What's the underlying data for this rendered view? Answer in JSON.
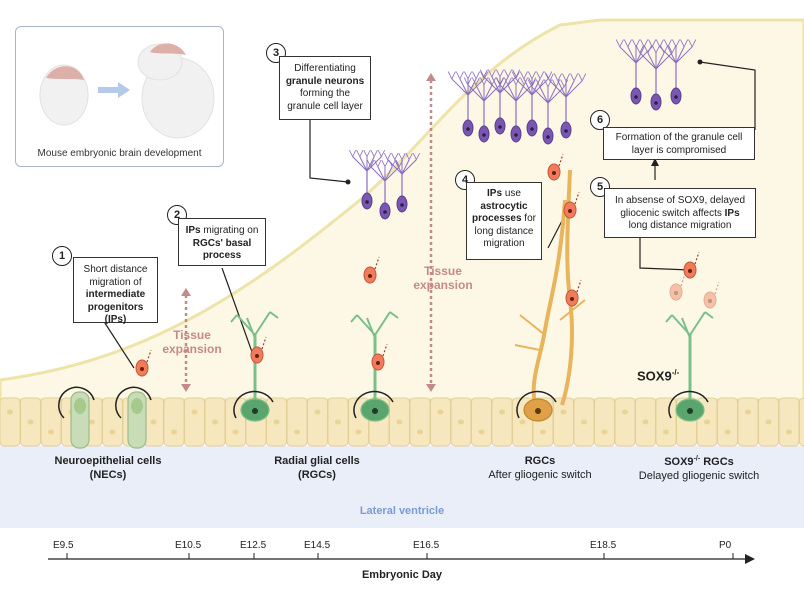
{
  "inset": {
    "caption": "Mouse embryonic brain development"
  },
  "steps": [
    {
      "num": "1",
      "pre": "Short distance migration of ",
      "bold": "intermediate progenitors (IPs)",
      "post": ""
    },
    {
      "num": "2",
      "bold": "IPs",
      "pre": " migrating on ",
      "bold2": "RGCs' basal process"
    },
    {
      "num": "3",
      "pre": "Differentiating ",
      "bold": "granule neurons",
      "post": " forming the granule cell layer"
    },
    {
      "num": "4",
      "bold": "IPs",
      "pre": " use ",
      "bold2": "astrocytic processes",
      "post": " for long distance migration"
    },
    {
      "num": "5",
      "pre": "In absense of SOX9, delayed gliocenic switch affects ",
      "bold": "IPs",
      "post": " long distance migration"
    },
    {
      "num": "6",
      "pre": "Formation of the granule cell layer is compromised"
    }
  ],
  "annotations": {
    "tissue_expansion_1": "Tissue expansion",
    "tissue_expansion_2": "Tissue expansion",
    "sox9": "SOX9",
    "sox9_sup": "-/-"
  },
  "cell_labels": {
    "nec": {
      "line1": "Neuroepithelial cells",
      "line2": "(NECs)"
    },
    "rgc": {
      "line1": "Radial glial cells",
      "line2": "(RGCs)"
    },
    "rgc_after": {
      "line1": "RGCs",
      "line2": "After gliogenic switch"
    },
    "sox9_rgc": {
      "line1a": "SOX9",
      "sup": "-/-",
      "line1b": " RGCs",
      "line2": "Delayed gliogenic switch"
    }
  },
  "ventricle": "Lateral ventricle",
  "timeline": {
    "title": "Embryonic Day",
    "ticks": [
      "E9.5",
      "E10.5",
      "E12.5",
      "E14.5",
      "E16.5",
      "E18.5",
      "P0"
    ]
  },
  "colors": {
    "tissue": "#fdf8e6",
    "tissue_edge": "#eee3a8",
    "cells": "#f6e7bf",
    "ventricle": "#e9eef8",
    "ventricle_text": "#7b9bd3",
    "green": "#7bbf8a",
    "purple": "#7a57b0",
    "orange": "#e0a047",
    "red": "#e06a4a"
  }
}
